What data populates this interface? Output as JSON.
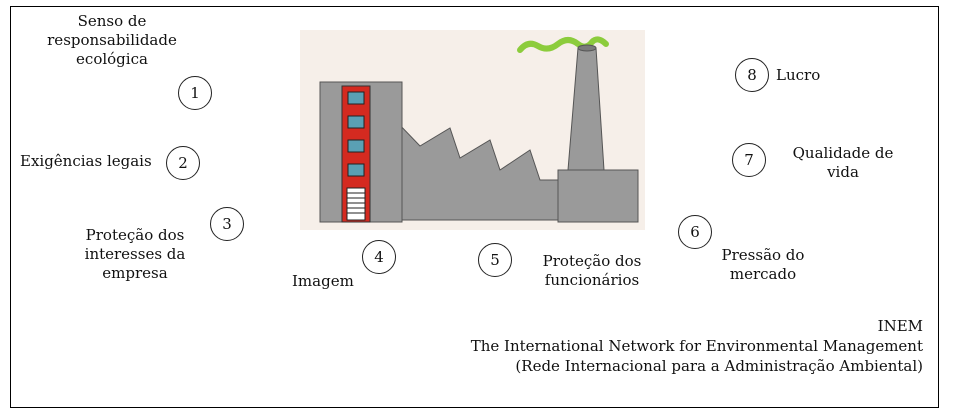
{
  "factors": [
    {
      "number": "1",
      "lines": [
        "Senso de",
        "responsabilidade",
        "ecológica"
      ]
    },
    {
      "number": "2",
      "lines": [
        "Exigências legais"
      ]
    },
    {
      "number": "3",
      "lines": [
        "Proteção dos",
        "interesses da",
        "empresa"
      ]
    },
    {
      "number": "4",
      "lines": [
        "Imagem"
      ]
    },
    {
      "number": "5",
      "lines": [
        "Proteção dos",
        "funcionários"
      ]
    },
    {
      "number": "6",
      "lines": [
        "Pressão do",
        "mercado"
      ]
    },
    {
      "number": "7",
      "lines": [
        "Qualidade de",
        "vida"
      ]
    },
    {
      "number": "8",
      "lines": [
        "Lucro"
      ]
    }
  ],
  "source": {
    "abbr": "INEM",
    "name": "The International Network for Environmental Management",
    "translation": "(Rede Internacional para a Administração Ambiental)"
  },
  "colors": {
    "factory_body": "#9a9a9a",
    "stripe": "#d42a20",
    "window": "#5aa0b4",
    "smoke": "#8ccc3c",
    "background_panel": "#f6efe9"
  },
  "icons": [
    "factory-icon",
    "chimney-smoke-icon"
  ]
}
